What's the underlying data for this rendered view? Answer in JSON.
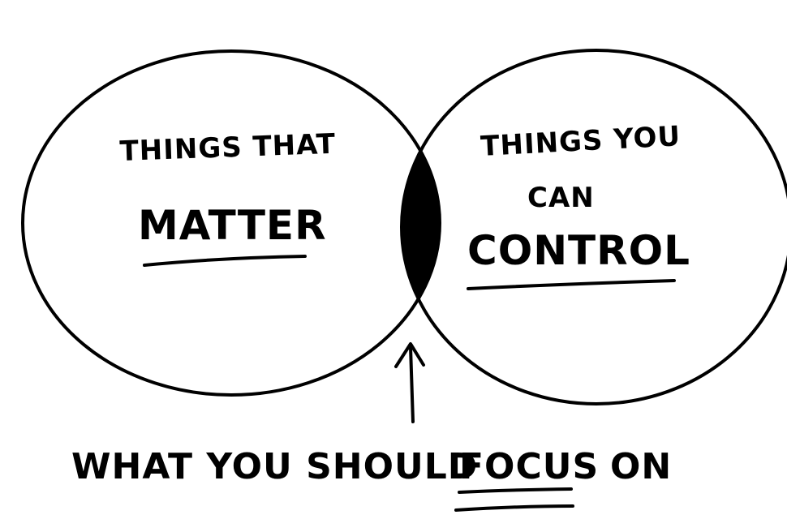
{
  "left_circle": {
    "line1": "THINGS THAT",
    "line2": "MATTER"
  },
  "right_circle": {
    "line1": "THINGS YOU",
    "line2": "CAN",
    "line3": "CONTROL"
  },
  "caption": {
    "prefix": "WHAT YOU SHOULD",
    "emphasis": "FOCUS",
    "suffix": "ON"
  },
  "colors": {
    "ink": "#000000",
    "paper": "#ffffff"
  }
}
